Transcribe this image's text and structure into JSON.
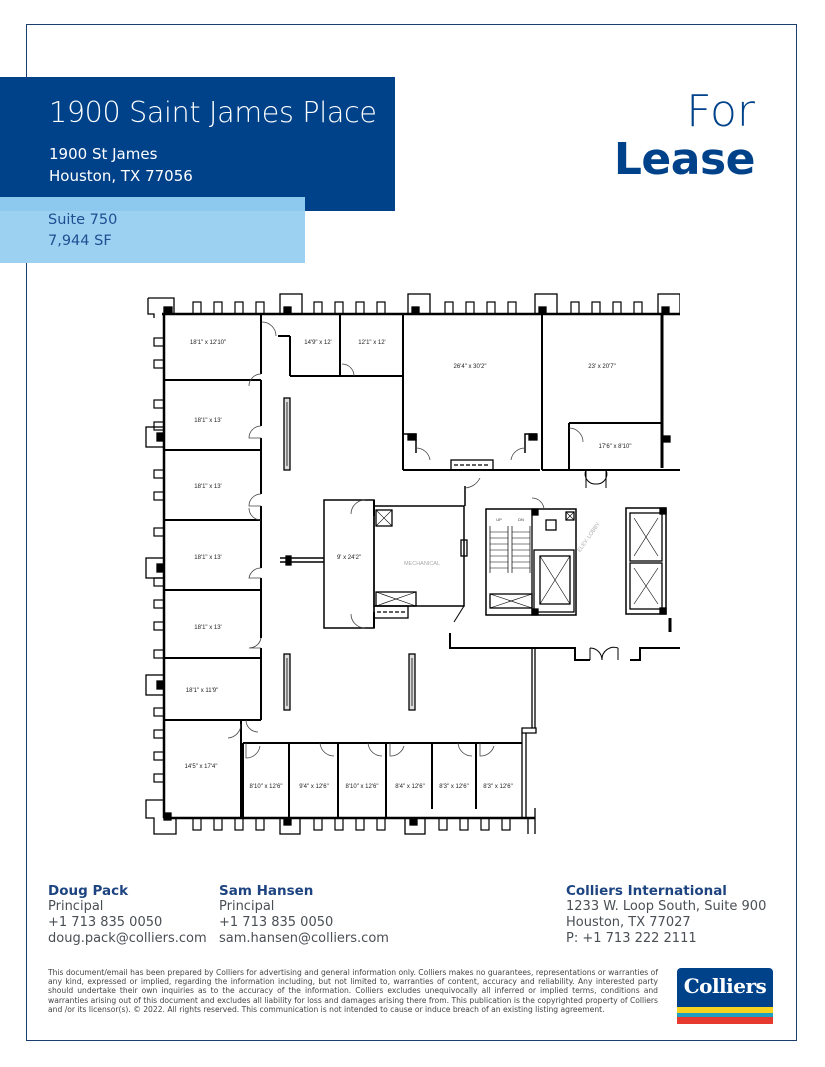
{
  "header": {
    "property_name": "1900 Saint James Place",
    "address_line1": "1900 St James",
    "address_line2": "Houston, TX 77056",
    "suite": "Suite 750",
    "area": "7,944 SF",
    "for_label": "For",
    "lease_label": "Lease"
  },
  "floor_plan": {
    "rooms": [
      {
        "label": "18'1\" x 12'10\""
      },
      {
        "label": "14'9\" x 12'"
      },
      {
        "label": "12'1\" x 12'"
      },
      {
        "label": "26'4\" x 30'2\""
      },
      {
        "label": "23' x 20'7\""
      },
      {
        "label": "17'6\" x 8'10\""
      },
      {
        "label": "18'1\" x 13'"
      },
      {
        "label": "18'1\" x 13'"
      },
      {
        "label": "18'1\" x 13'"
      },
      {
        "label": "18'1\" x 13'"
      },
      {
        "label": "18'1\" x 11'9\""
      },
      {
        "label": "14'5\" x 17'4\""
      },
      {
        "label": "9' x 24'2\""
      },
      {
        "label": "8'10\" x 12'6\""
      },
      {
        "label": "9'4\" x 12'6\""
      },
      {
        "label": "8'10\" x 12'6\""
      },
      {
        "label": "8'4\" x 12'6\""
      },
      {
        "label": "8'3\" x 12'6\""
      },
      {
        "label": "8'3\" x 12'6\""
      }
    ],
    "mechanical_label": "MECHANICAL",
    "elevator_lobby_label": "ELEV. LOBBY",
    "stair_up": "UP",
    "stair_down": "DN"
  },
  "contacts": [
    {
      "name": "Doug Pack",
      "title": "Principal",
      "phone": "+1 713 835 0050",
      "email": "doug.pack@colliers.com"
    },
    {
      "name": "Sam Hansen",
      "title": "Principal",
      "phone": "+1 713 835 0050",
      "email": "sam.hansen@colliers.com"
    }
  ],
  "office": {
    "name": "Colliers International",
    "address_line1": "1233 W. Loop South, Suite 900",
    "address_line2": "Houston, TX 77027",
    "phone": "P: +1 713 222 2111"
  },
  "disclaimer": "This document/email has been prepared by Colliers for advertising and general information only. Colliers makes no guarantees, representations or warranties of any kind, expressed or implied, regarding the information including, but not limited to, warranties of content, accuracy and reliability. Any interested party should undertake their own inquiries as to the accuracy of the information. Colliers excludes unequivocally all inferred or implied terms, conditions and warranties arising out of this document and excludes all liability for loss and damages arising there from. This publication is the copyrighted property of Colliers and /or its licensor(s). © 2022. All rights reserved. This communication is not intended to cause or induce breach of an existing listing agreement.",
  "logo": {
    "text": "Colliers"
  },
  "colors": {
    "brand_blue": "#00428a",
    "light_blue": "#9dd1f2",
    "suite_text": "#1e4f91",
    "logo_yellow": "#f5d31e",
    "logo_teal": "#1f9fc2",
    "logo_red": "#e53a2d"
  }
}
